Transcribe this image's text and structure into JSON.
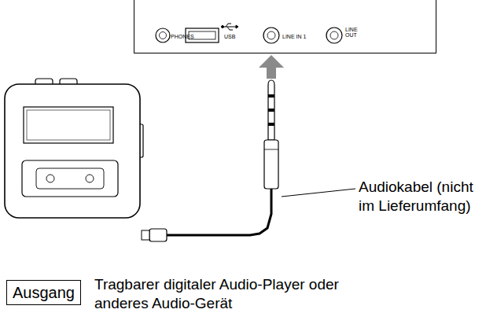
{
  "diagram": {
    "nodes": [
      {
        "text": [
          "PHONES",
          "USB",
          "LINE IN 1",
          "LINE OUT"
        ]
      },
      {
        "text": [
          "Ausgang"
        ]
      }
    ],
    "labels": [
      "Audiokabel (nicht im Lieferumfang)",
      "Tragbarer digitaler Audio-Player oder anderes Audio-Gerät"
    ]
  }
}
